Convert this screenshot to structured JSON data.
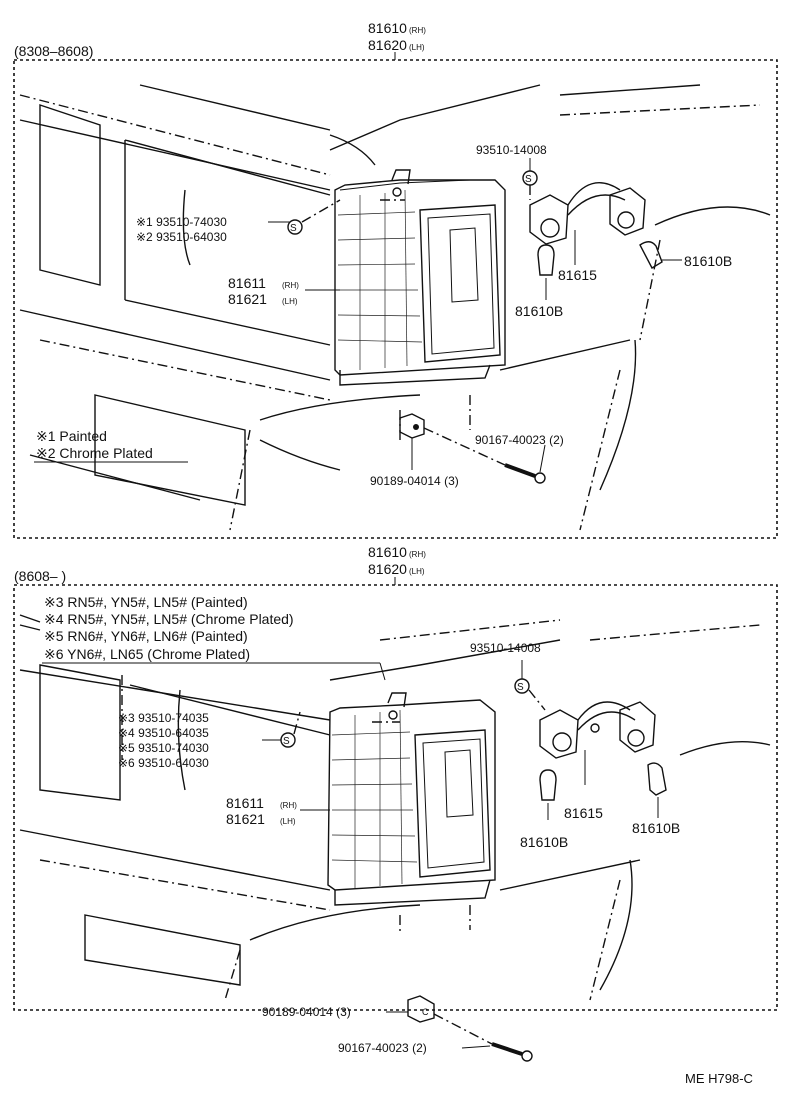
{
  "top": {
    "date_range": "(8308–8608)",
    "assembly_no_rh": "81610",
    "assembly_no_lh": "81620",
    "rh": "(RH)",
    "lh": "(LH)",
    "screw_no": "93510-14008",
    "note1_no": "※1 93510-74030",
    "note2_no": "※2 93510-64030",
    "lens_rh": "81611",
    "lens_lh": "81621",
    "lens_rh_tag": "(RH)",
    "lens_lh_tag": "(LH)",
    "socket_no": "81615",
    "bulb_no_a": "81610B",
    "bulb_no_b": "81610B",
    "nut_no": "90189-04014 (3)",
    "bolt_no": "90167-40023 (2)",
    "legend1": "※1 Painted",
    "legend2": "※2 Chrome Plated"
  },
  "bottom": {
    "date_range": "(8608–        )",
    "assembly_no_rh": "81610",
    "assembly_no_lh": "81620",
    "rh": "(RH)",
    "lh": "(LH)",
    "legend3": "※3 RN5#, YN5#, LN5# (Painted)",
    "legend4": "※4 RN5#, YN5#, LN5# (Chrome Plated)",
    "legend5": "※5 RN6#, YN6#, LN6# (Painted)",
    "legend6": "※6 YN6#, LN65 (Chrome Plated)",
    "screw_no": "93510-14008",
    "note3_no": "※3  93510-74035",
    "note4_no": "※4  93510-64035",
    "note5_no": "※5  93510-74030",
    "note6_no": "※6  93510-64030",
    "lens_rh": "81611",
    "lens_lh": "81621",
    "lens_rh_tag": "(RH)",
    "lens_lh_tag": "(LH)",
    "socket_no": "81615",
    "bulb_no_a": "81610B",
    "bulb_no_b": "81610B",
    "nut_no": "90189-04014 (3)",
    "bolt_no": "90167-40023 (2)"
  },
  "footer": {
    "code": "ME H798-C"
  },
  "colors": {
    "ink": "#111111",
    "paper": "#ffffff"
  }
}
